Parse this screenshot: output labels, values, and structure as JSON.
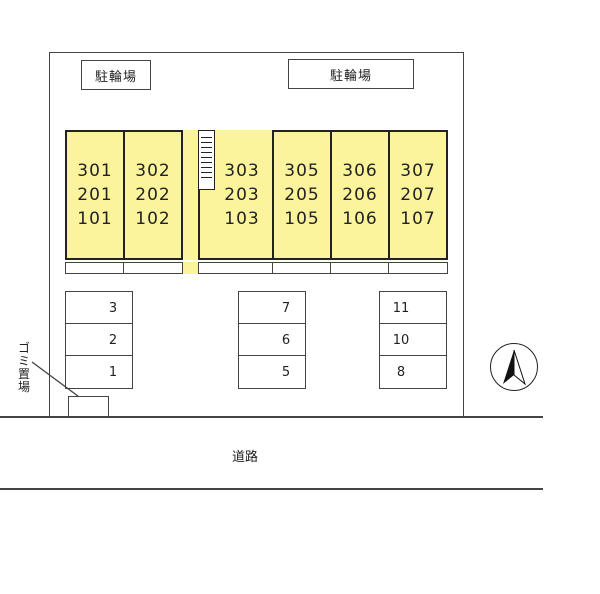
{
  "bike_parking": [
    "駐輪場",
    "駐輪場"
  ],
  "units": [
    [
      "301",
      "201",
      "101"
    ],
    [
      "302",
      "202",
      "102"
    ],
    [
      "303",
      "203",
      "103"
    ],
    [
      "305",
      "205",
      "105"
    ],
    [
      "306",
      "206",
      "106"
    ],
    [
      "307",
      "207",
      "107"
    ]
  ],
  "parking_groups": [
    [
      "3",
      "2",
      "1"
    ],
    [
      "7",
      "6",
      "5"
    ],
    [
      "11",
      "10",
      "8"
    ]
  ],
  "garbage_label": [
    "ゴ",
    "ミ",
    "置",
    "場"
  ],
  "road_label": "道路",
  "compass_icon": "north-arrow-icon",
  "colors": {
    "unit_fill": "#fbf49c",
    "outline": "#222222"
  }
}
